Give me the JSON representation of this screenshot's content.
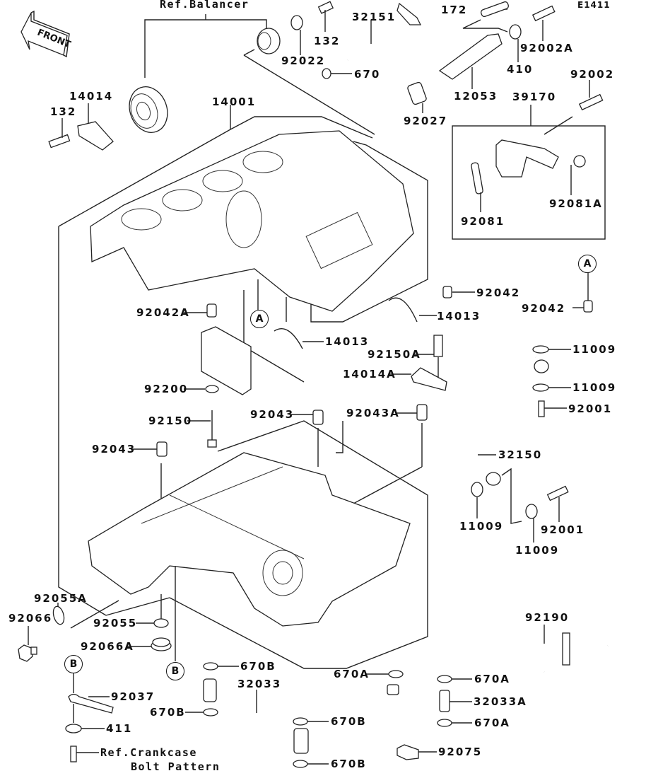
{
  "diagram": {
    "code": "E1411",
    "front_arrow": "FRONT",
    "refs": {
      "balancer": "Ref.Balancer",
      "crankcase_line1": "Ref.Crankcase",
      "crankcase_line2": "Bolt Pattern"
    },
    "markers": {
      "a": "A",
      "b": "B"
    },
    "parts": {
      "p132_top": "132",
      "p92022": "92022",
      "p32151": "32151",
      "p670": "670",
      "p172": "172",
      "p92002A": "92002A",
      "p410": "410",
      "p12053": "12053",
      "p92027": "92027",
      "p92002": "92002",
      "p39170": "39170",
      "p92081": "92081",
      "p92081A": "92081A",
      "p14014": "14014",
      "p132_left": "132",
      "p14001": "14001",
      "p92042_mid": "92042",
      "p92042_right": "92042",
      "p92042A": "92042A",
      "p14013_right": "14013",
      "p14013_left": "14013",
      "p92150A": "92150A",
      "p14014A": "14014A",
      "p92200": "92200",
      "p92043_mid": "92043",
      "p92043A": "92043A",
      "p92150": "92150",
      "p92043_left": "92043",
      "p11009_a": "11009",
      "p11009_b": "11009",
      "p92001_a": "92001",
      "p32150": "32150",
      "p11009_c": "11009",
      "p92001_b": "92001",
      "p11009_d": "11009",
      "p92055A": "92055A",
      "p92066": "92066",
      "p92055": "92055",
      "p92066A": "92066A",
      "p92190": "92190",
      "p670B_a": "670B",
      "p32033": "32033",
      "p670B_b": "670B",
      "p670B_c": "670B",
      "p670B_d": "670B",
      "p670A_a": "670A",
      "p670A_b": "670A",
      "p32033A": "32033A",
      "p670A_c": "670A",
      "p92075": "92075",
      "p92037": "92037",
      "p411": "411"
    }
  }
}
